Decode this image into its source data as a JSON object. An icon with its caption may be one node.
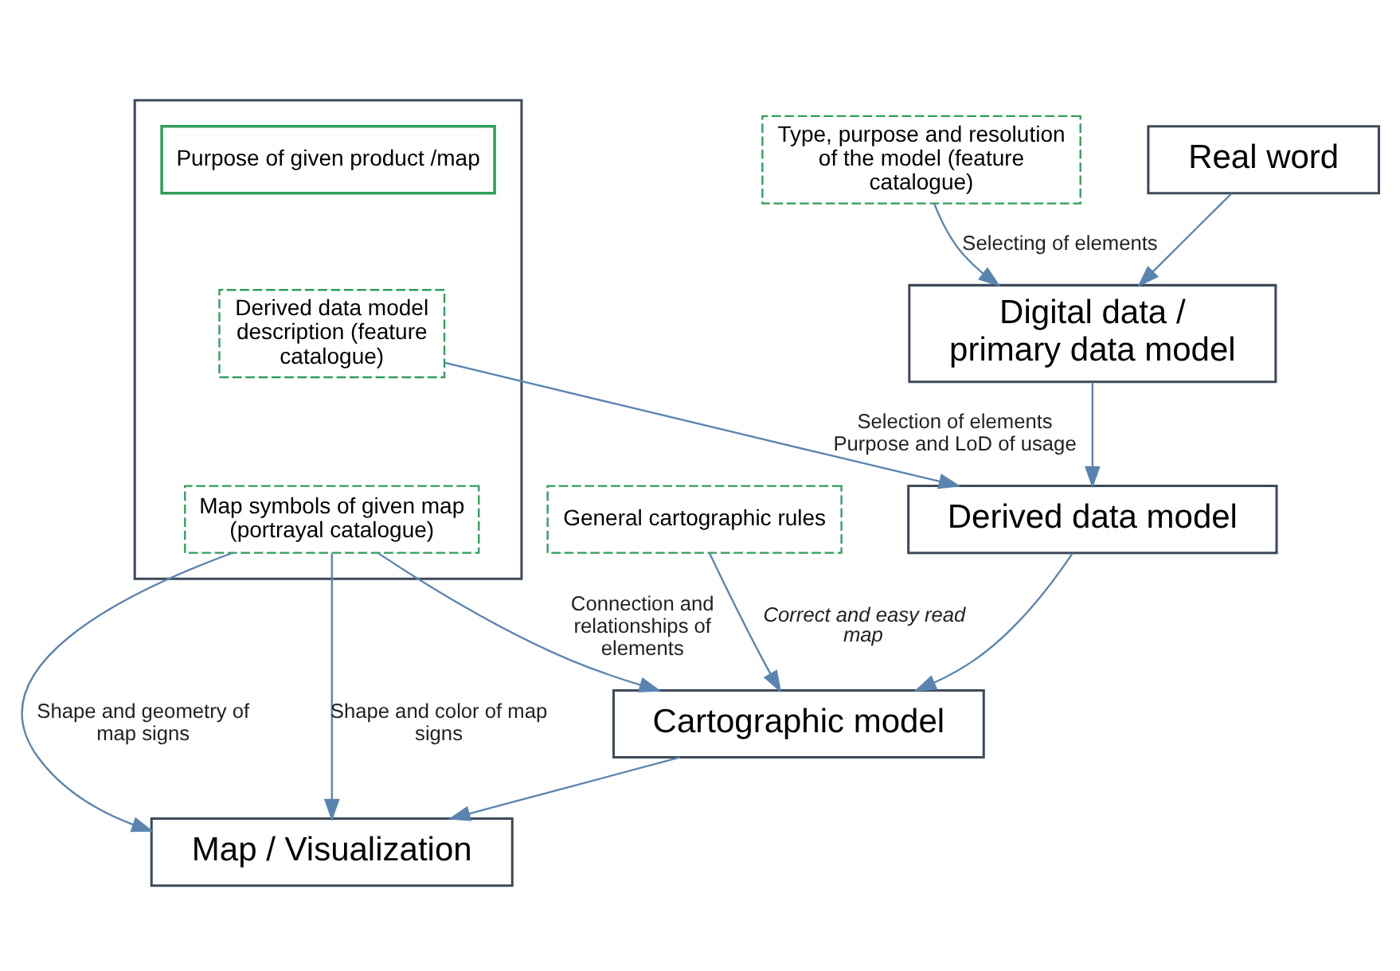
{
  "diagram": {
    "nodes": [
      {
        "text": [
          "Real word"
        ]
      },
      {
        "text": [
          "Type, purpose and resolution of the model (feature catalogue)"
        ]
      },
      {
        "text": [
          "Digital data / primary data model"
        ]
      },
      {
        "text": [],
        "shape": "box"
      },
      {
        "text": [
          "Purpose of given product /map"
        ],
        "in": 3
      },
      {
        "text": [
          "Derived data model description (feature catalogue)"
        ],
        "in": 3
      },
      {
        "text": [
          "Map symbols of given map (portrayal catalogue)"
        ],
        "in": 3
      },
      {
        "text": [
          "Derived data model"
        ]
      },
      {
        "text": [
          "General cartographic rules"
        ]
      },
      {
        "text": [
          "Cartographic model"
        ]
      },
      {
        "text": [
          "Map / Visualization"
        ]
      }
    ],
    "edges": [
      {
        "from": 0,
        "to": 2,
        "arrow": "to"
      },
      {
        "from": 1,
        "to": 2,
        "arrow": "to",
        "label": "Selecting of elements"
      },
      {
        "from": 2,
        "to": 7,
        "arrow": "to"
      },
      {
        "from": 5,
        "to": 7,
        "arrow": "to",
        "label": "Selection of elements Purpose and LoD of usage"
      },
      {
        "from": 7,
        "to": 9,
        "arrow": "to"
      },
      {
        "from": 8,
        "to": 9,
        "arrow": "to",
        "label": "Correct and easy read map"
      },
      {
        "from": 6,
        "to": 9,
        "arrow": "to",
        "label": "Connection and relationships of elements"
      },
      {
        "from": 9,
        "to": 10,
        "arrow": "to"
      },
      {
        "from": 6,
        "to": 10,
        "arrow": "to",
        "label": "Shape and geometry of map signs"
      },
      {
        "from": 6,
        "to": 10,
        "arrow": "to",
        "label": "Shape and color of map signs"
      }
    ]
  }
}
